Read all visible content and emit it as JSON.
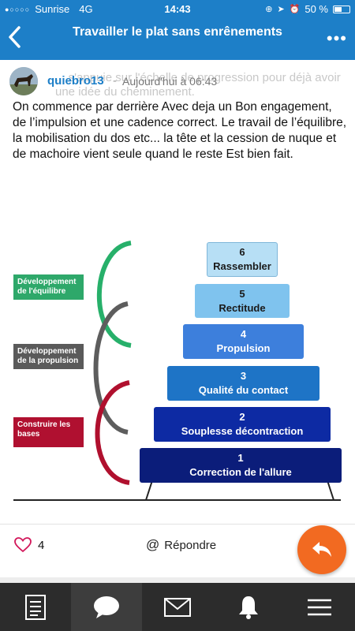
{
  "status_bar": {
    "carrier": "Sunrise",
    "network": "4G",
    "time": "14:43",
    "battery": "50 %",
    "battery_level": 0.5
  },
  "nav": {
    "title": "Travailler le plat sans enrênements"
  },
  "post": {
    "author": "quiebro13",
    "separator": "-",
    "timestamp": "Aujourd'hui à 06:43",
    "ghost_text": "... s'appuie sur l'échelle de progression pour déjà avoir une idée du cheminement.",
    "body": "On commence par derrière Avec deja un Bon engagement, de l’impulsion et une cadence correct. Le travail de l’équilibre, la mobilisation du dos etc... la tête et la cession de nuque et de machoire vient seule quand le reste Est bien fait."
  },
  "diagram": {
    "side_labels": [
      {
        "text": "Développement de l'équilibre",
        "color": "#2ea86a"
      },
      {
        "text": "Développement de la propulsion",
        "color": "#5a5a5a"
      },
      {
        "text": "Construire les bases",
        "color": "#b01030"
      }
    ],
    "tiers": [
      {
        "number": "6",
        "label": "Rassembler",
        "color": "#b7dff5"
      },
      {
        "number": "5",
        "label": "Rectitude",
        "color": "#7fc3ee"
      },
      {
        "number": "4",
        "label": "Propulsion",
        "color": "#3d7fdc"
      },
      {
        "number": "3",
        "label": "Qualité du contact",
        "color": "#1e74c6"
      },
      {
        "number": "2",
        "label": "Souplesse décontraction",
        "color": "#0d2aa3"
      },
      {
        "number": "1",
        "label": "Correction de l'allure",
        "color": "#0b1d7a"
      }
    ]
  },
  "actions": {
    "like_count": "4",
    "reply_label": "Répondre"
  },
  "tabs": [
    {
      "icon": "document-icon"
    },
    {
      "icon": "chat-icon"
    },
    {
      "icon": "mail-icon"
    },
    {
      "icon": "bell-icon"
    },
    {
      "icon": "menu-icon"
    }
  ]
}
